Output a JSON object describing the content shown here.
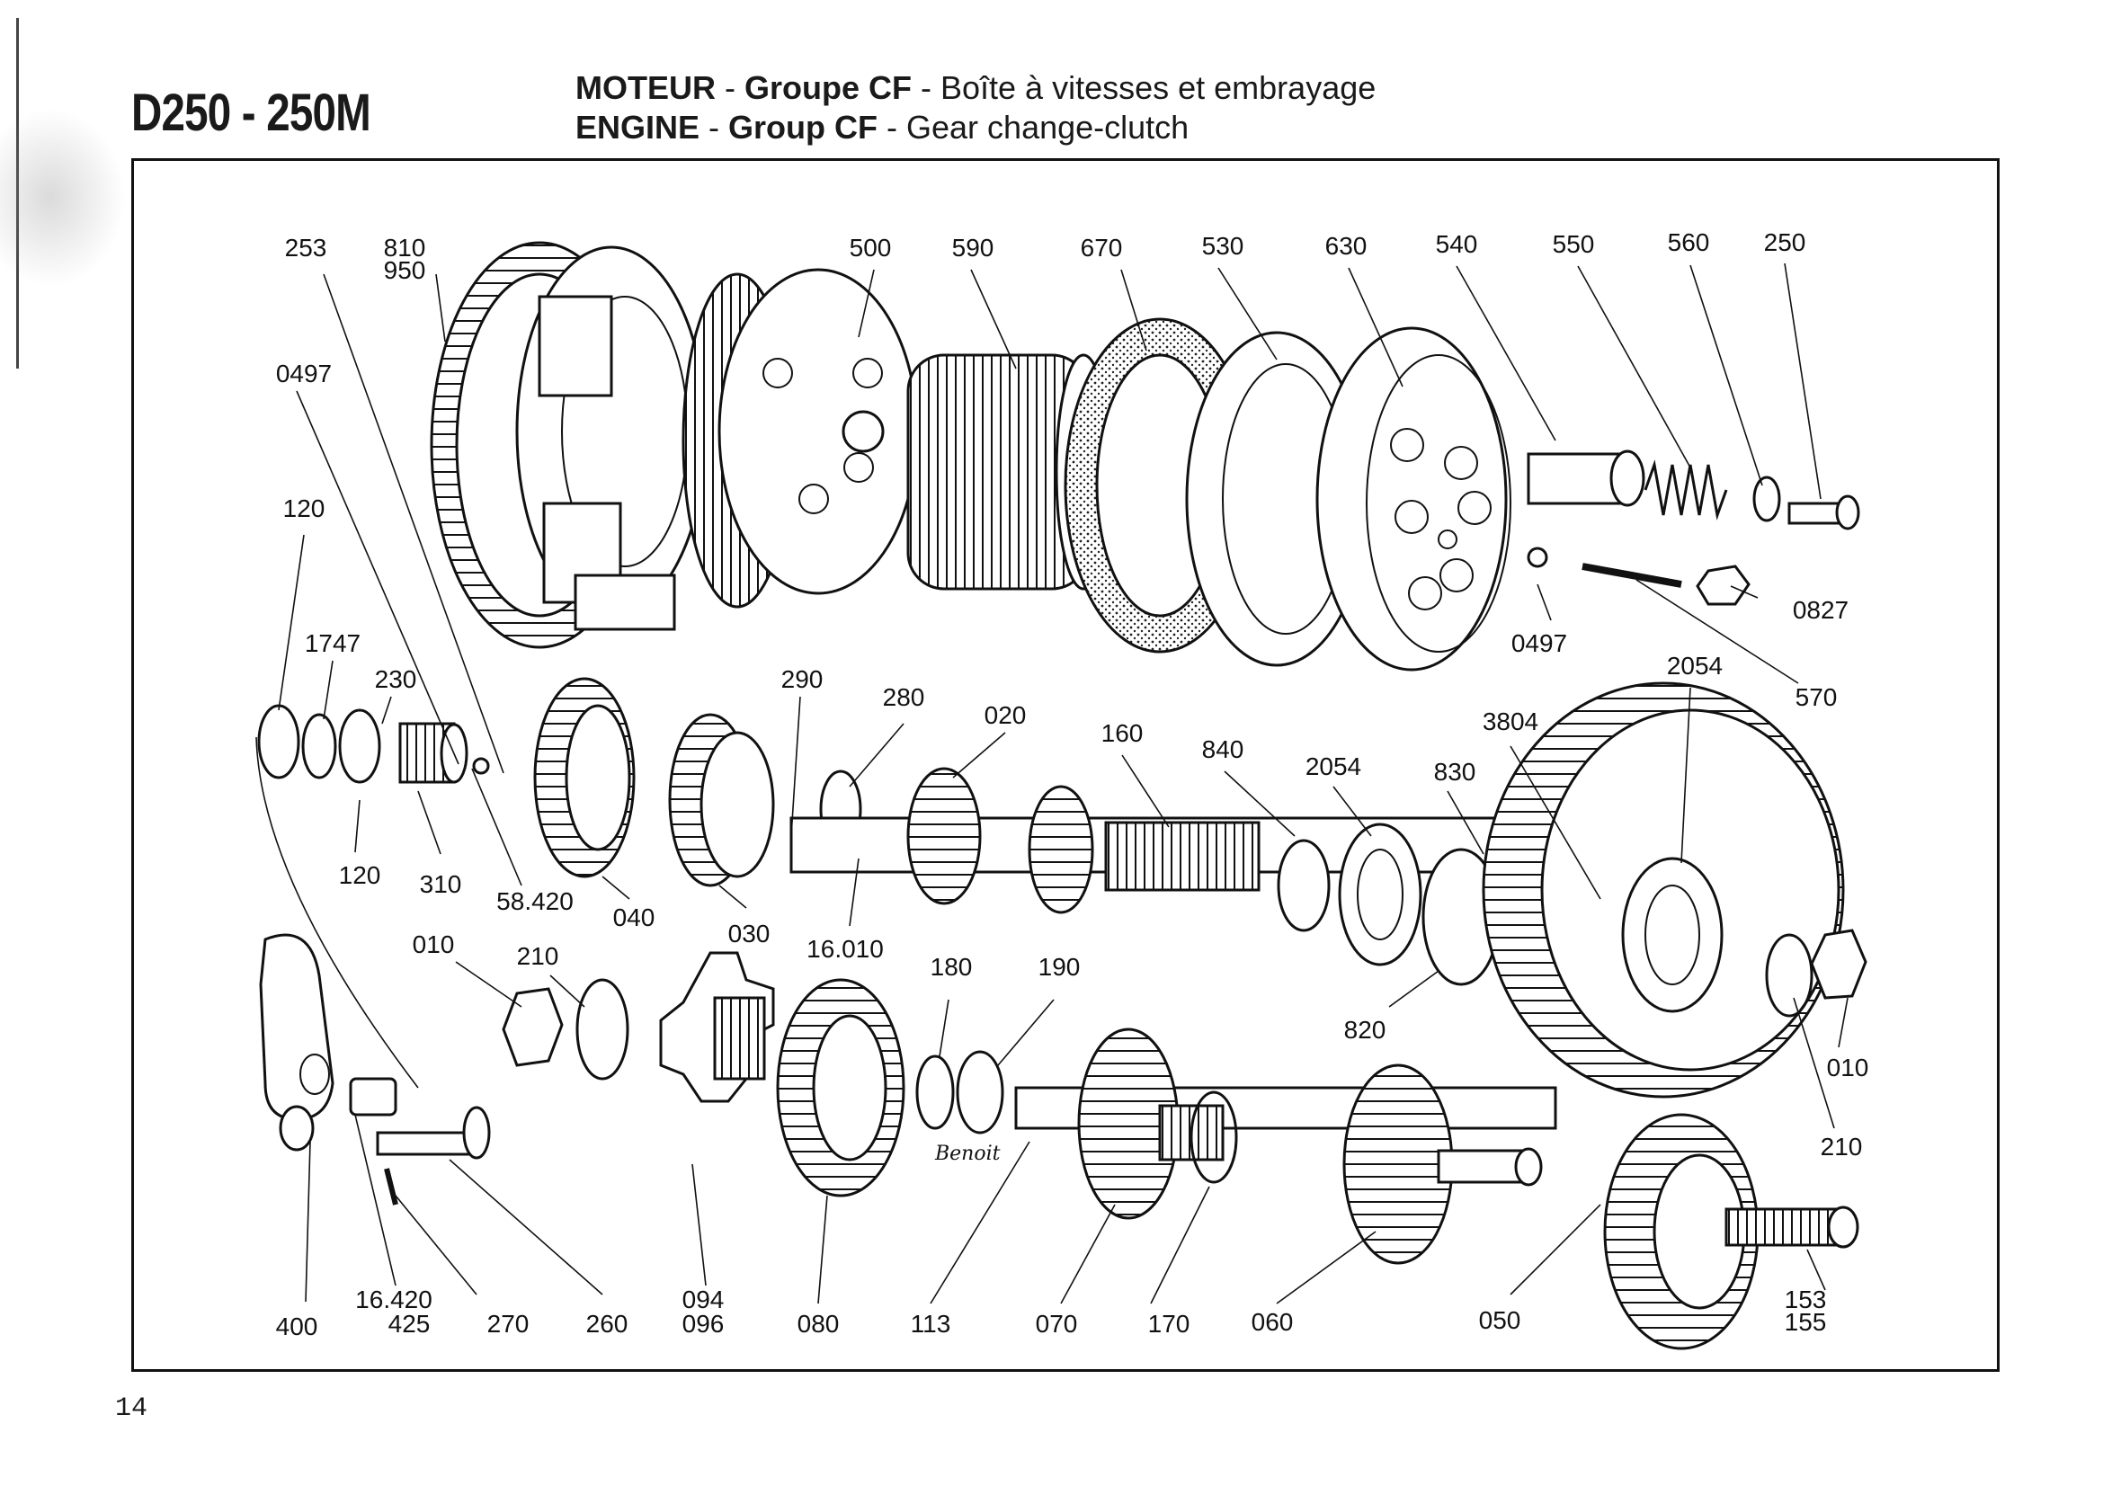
{
  "header": {
    "model": "D250 - 250M",
    "title_fr_bold1": "MOTEUR",
    "title_fr_sep1": " - ",
    "title_fr_bold2": "Groupe CF",
    "title_fr_rest": " - Boîte à vitesses et embrayage",
    "title_en_bold1": "ENGINE",
    "title_en_sep1": " - ",
    "title_en_bold2": "Group CF",
    "title_en_rest": " - Gear change-clutch"
  },
  "page_number": "14",
  "signature": "Benoit",
  "callouts": {
    "c253": "253",
    "c810": "810",
    "c950": "950",
    "c500": "500",
    "c590": "590",
    "c670": "670",
    "c530": "530",
    "c630": "630",
    "c540": "540",
    "c550": "550",
    "c560": "560",
    "c250": "250",
    "c0497a": "0497",
    "c120a": "120",
    "c1747": "1747",
    "c230": "230",
    "c120b": "120",
    "c310": "310",
    "c58420": "58.420",
    "c040": "040",
    "c030": "030",
    "c290": "290",
    "c280": "280",
    "c020": "020",
    "c16010": "16.010",
    "c160": "160",
    "c840": "840",
    "c2054a": "2054",
    "c830": "830",
    "c3804": "3804",
    "c2054b": "2054",
    "c0497b": "0497",
    "c0827": "0827",
    "c570": "570",
    "c820": "820",
    "c010a": "010",
    "c210a": "210",
    "c180": "180",
    "c190": "190",
    "c010b": "010",
    "c210b": "210",
    "c400": "400",
    "c16420": "16.420",
    "c425": "425",
    "c270": "270",
    "c260": "260",
    "c094": "094",
    "c096": "096",
    "c080": "080",
    "c113": "113",
    "c070": "070",
    "c170": "170",
    "c060": "060",
    "c050": "050",
    "c153": "153",
    "c155": "155"
  }
}
